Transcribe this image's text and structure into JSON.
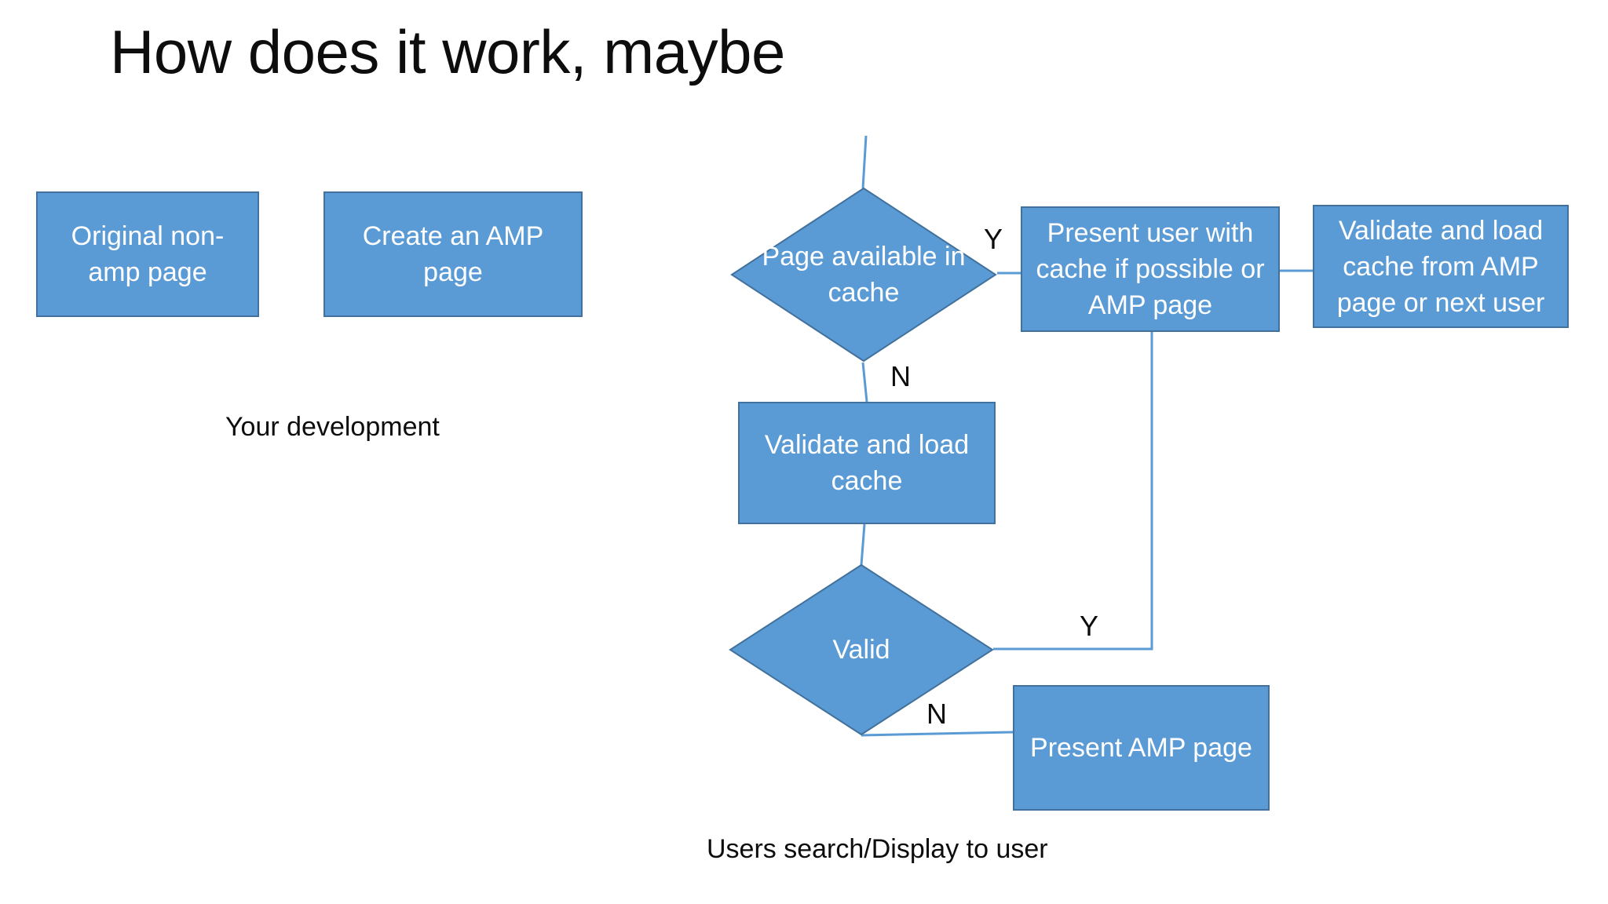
{
  "slide": {
    "title": "How does it work, maybe",
    "background": "#ffffff"
  },
  "theme": {
    "shape_fill": "#5b9bd5",
    "shape_border": "#41719c",
    "shape_text": "#ffffff",
    "connector": "#5b9bd5",
    "text": "#0d0d0d"
  },
  "groups": {
    "left_caption": "Your development",
    "bottom_caption": "Users search/Display to user"
  },
  "nodes": {
    "original_page": {
      "label": "Original non-amp page",
      "type": "process"
    },
    "create_amp": {
      "label": "Create an AMP page",
      "type": "process"
    },
    "page_available": {
      "label": "Page available in cache",
      "type": "decision"
    },
    "present_user": {
      "label": "Present user with cache if possible or AMP page",
      "type": "process"
    },
    "validate_from_amp": {
      "label": "Validate and load cache from AMP page or next user",
      "type": "process"
    },
    "validate_load_cache": {
      "label": "Validate and load cache",
      "type": "process"
    },
    "valid": {
      "label": "Valid",
      "type": "decision"
    },
    "present_amp": {
      "label": "Present AMP page",
      "type": "process"
    }
  },
  "branch_labels": {
    "page_available_yes": "Y",
    "page_available_no": "N",
    "valid_yes": "Y",
    "valid_no": "N"
  }
}
